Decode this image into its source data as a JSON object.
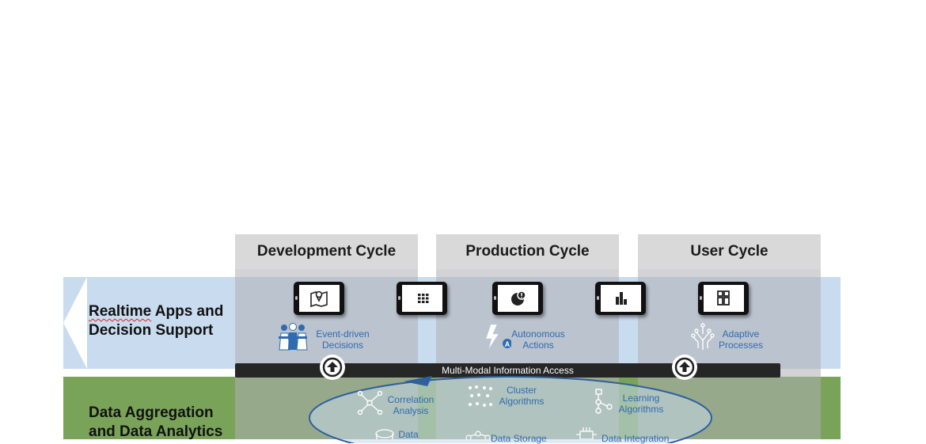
{
  "columns": [
    {
      "title": "Development Cycle"
    },
    {
      "title": "Production Cycle"
    },
    {
      "title": "User Cycle"
    }
  ],
  "rows": {
    "realtime": {
      "line1": "Realtime Apps and",
      "line1_marked": "Realtime",
      "line1_rest": " Apps and",
      "line2": "Decision Support"
    },
    "analytics": {
      "line1": "Data Aggregation",
      "line2": "and Data Analytics"
    }
  },
  "realtime_items": [
    {
      "line1": "Event-driven",
      "line2": "Decisions",
      "icon": "people-decision-icon"
    },
    {
      "line1": "Autonomous",
      "line2": "Actions",
      "icon": "lightning-auto-icon"
    },
    {
      "line1": "Adaptive",
      "line2": "Processes",
      "icon": "brain-circuit-icon"
    }
  ],
  "tablets": [
    {
      "icon": "map-pin-icon"
    },
    {
      "icon": "grid-icon"
    },
    {
      "icon": "pie-alert-icon"
    },
    {
      "icon": "bar-chart-icon"
    },
    {
      "icon": "dashboard-icon"
    }
  ],
  "access_bar": {
    "label": "Multi-Modal Information Access"
  },
  "analytics_items": [
    {
      "line1": "Correlation",
      "line2": "Analysis",
      "icon": "network-icon"
    },
    {
      "line1": "Cluster",
      "line2": "Algorithms",
      "icon": "cluster-icon"
    },
    {
      "line1": "Learning",
      "line2": "Algorithms",
      "icon": "tree-icon"
    },
    {
      "line1": "Data",
      "line2": "",
      "icon": "database-icon"
    },
    {
      "line1": "Data Storage",
      "line2": "",
      "icon": "storage-icon"
    },
    {
      "line1": "Data Integration",
      "line2": "",
      "icon": "chip-icon"
    }
  ],
  "colors": {
    "blue_band": "#c9dbee",
    "green_band": "#7aa35a",
    "accent": "#2f6bb0"
  }
}
